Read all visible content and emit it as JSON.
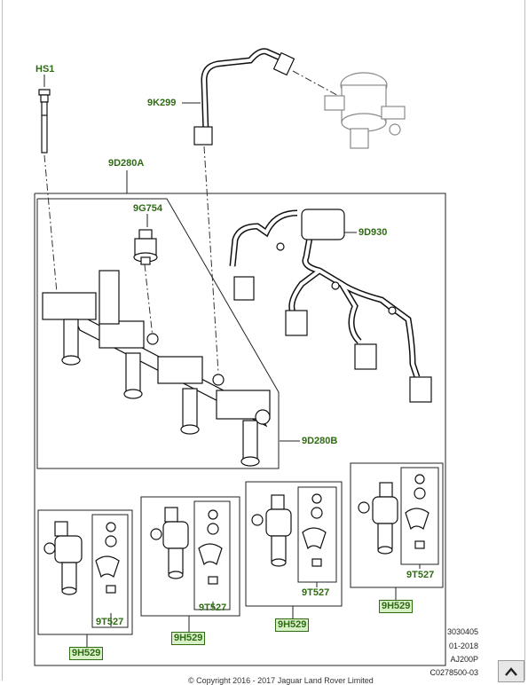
{
  "callouts": {
    "hs1": "HS1",
    "k9k299": "9K299",
    "d9d280a": "9D280A",
    "g9g754": "9G754",
    "d9d930": "9D930",
    "d9d280b": "9D280B",
    "h529_1": "9H529",
    "h529_2": "9H529",
    "h529_3": "9H529",
    "h529_4": "9H529",
    "t527_1": "9T527",
    "t527_2": "9T527",
    "t527_3": "9T527",
    "t527_4": "9T527"
  },
  "meta": {
    "code1": "3030405",
    "date": "01-2018",
    "engine": "AJ200P",
    "ref": "C0278500-03"
  },
  "copyright": "© Copyright 2016 - 2017 Jaguar Land Rover Limited",
  "colors": {
    "callout": "#2e6b12",
    "callout_bg": "#d7f0c6"
  },
  "icons": {
    "scroll_top": "chevron-up-icon"
  }
}
